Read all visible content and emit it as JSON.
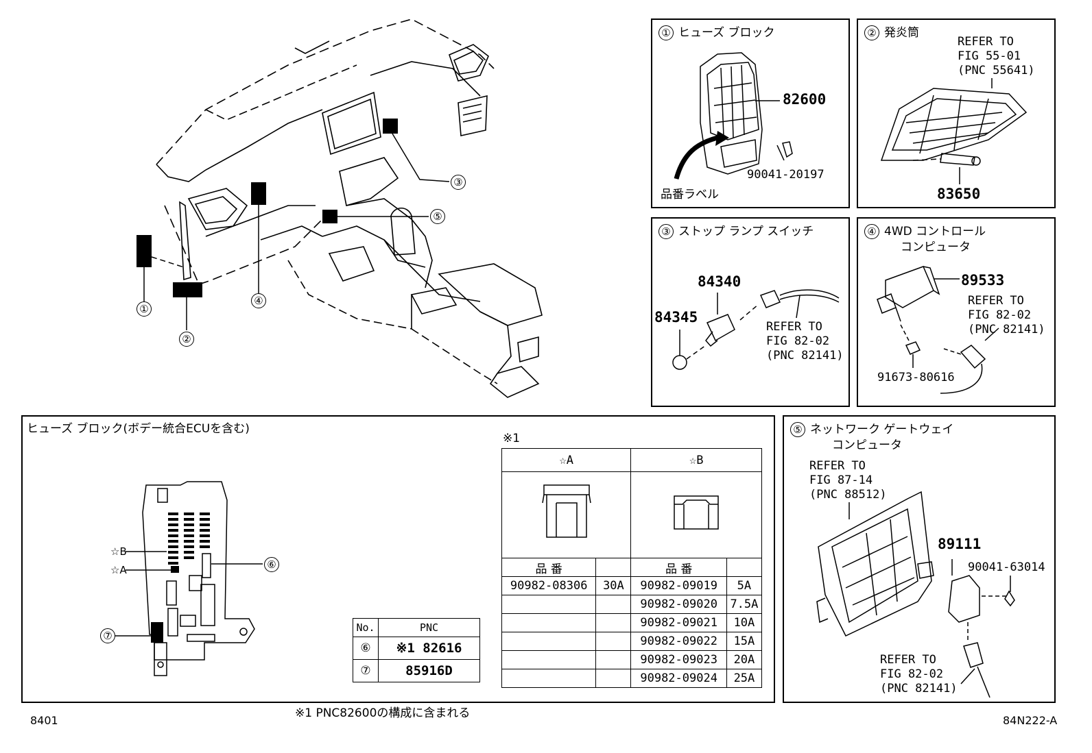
{
  "main_view": {
    "callouts": [
      "①",
      "②",
      "③",
      "④",
      "⑤"
    ]
  },
  "panel1": {
    "badge": "①",
    "title": "ヒューズ ブロック",
    "part_a": "82600",
    "part_b": "90041-20197",
    "label": "品番ラベル"
  },
  "panel2": {
    "badge": "②",
    "title": "発炎筒",
    "ref": [
      "REFER TO",
      "FIG 55-01",
      "(PNC 55641)"
    ],
    "part": "83650"
  },
  "panel3": {
    "badge": "③",
    "title": "ストップ ランプ スイッチ",
    "part_a": "84340",
    "part_b": "84345",
    "ref": [
      "REFER TO",
      "FIG 82-02",
      "(PNC 82141)"
    ]
  },
  "panel4": {
    "badge": "④",
    "title": [
      "4WD コントロール",
      "コンピュータ"
    ],
    "part_a": "89533",
    "part_b": "91673-80616",
    "ref": [
      "REFER TO",
      "FIG 82-02",
      "(PNC 82141)"
    ]
  },
  "panel5": {
    "badge": "⑤",
    "title": [
      "ネットワーク ゲートウェイ",
      "コンピュータ"
    ],
    "ref_top": [
      "REFER TO",
      "FIG 87-14",
      "(PNC 88512)"
    ],
    "part_a": "89111",
    "part_b": "90041-63014",
    "ref_bottom": [
      "REFER TO",
      "FIG 82-02",
      "(PNC 82141)"
    ]
  },
  "fuse_panel": {
    "title": "ヒューズ ブロック(ボデー統合ECUを含む)",
    "labels": {
      "star_b": "☆B",
      "star_a": "☆A",
      "c6": "⑥",
      "c7": "⑦"
    },
    "pnc_table": {
      "headers": [
        "No.",
        "PNC"
      ],
      "rows": [
        {
          "no": "⑥",
          "pnc": "※1 82616"
        },
        {
          "no": "⑦",
          "pnc": "85916D"
        }
      ]
    },
    "fuse_table": {
      "note": "※1",
      "col_a": "☆A",
      "col_b": "☆B",
      "part_header": "品 番",
      "a_rows": [
        {
          "part": "90982-08306",
          "amp": "30A"
        }
      ],
      "b_rows": [
        {
          "part": "90982-09019",
          "amp": "5A"
        },
        {
          "part": "90982-09020",
          "amp": "7.5A"
        },
        {
          "part": "90982-09021",
          "amp": "10A"
        },
        {
          "part": "90982-09022",
          "amp": "15A"
        },
        {
          "part": "90982-09023",
          "amp": "20A"
        },
        {
          "part": "90982-09024",
          "amp": "25A"
        }
      ]
    }
  },
  "footer": {
    "left": "8401",
    "note": "※1 PNC82600の構成に含まれる",
    "right": "84N222-A"
  }
}
